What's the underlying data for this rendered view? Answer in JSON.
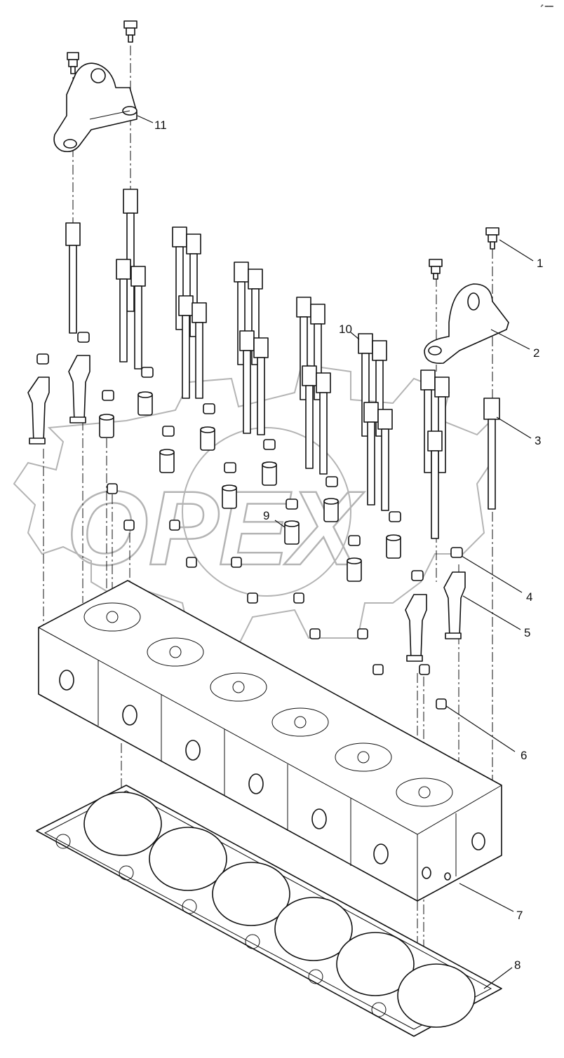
{
  "watermark": {
    "text": "OPEX"
  },
  "corner_mark": "⬈ ▬▬",
  "callouts": [
    {
      "id": "1",
      "label": "1"
    },
    {
      "id": "2",
      "label": "2"
    },
    {
      "id": "3",
      "label": "3"
    },
    {
      "id": "4",
      "label": "4"
    },
    {
      "id": "5",
      "label": "5"
    },
    {
      "id": "6",
      "label": "6"
    },
    {
      "id": "7",
      "label": "7"
    },
    {
      "id": "8",
      "label": "8"
    },
    {
      "id": "9",
      "label": "9"
    },
    {
      "id": "10",
      "label": "10"
    },
    {
      "id": "11",
      "label": "11"
    }
  ],
  "colors": {
    "line": "#111111",
    "background": "#ffffff",
    "watermark": "#b4b4b4"
  }
}
